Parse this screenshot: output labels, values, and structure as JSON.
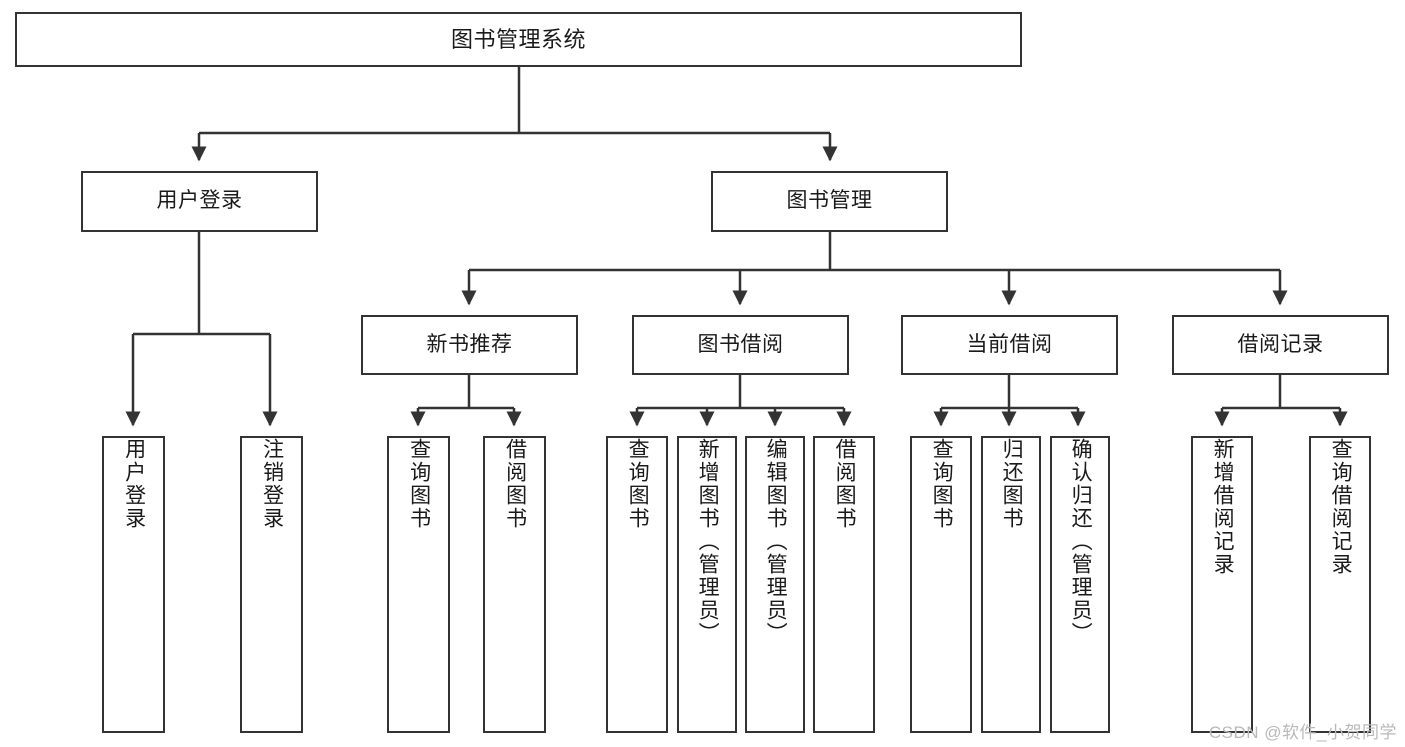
{
  "diagram": {
    "title": "图书管理系统",
    "watermark": "CSDN @软件_小贺同学",
    "colors": {
      "stroke": "#333333",
      "fill": "#ffffff",
      "text": "#1a1a1a",
      "watermark": "#b9b9b9"
    },
    "nodes": {
      "root": {
        "label": "图书管理系统"
      },
      "level2": [
        {
          "label": "用户登录"
        },
        {
          "label": "图书管理"
        }
      ],
      "level3": [
        {
          "label": "新书推荐"
        },
        {
          "label": "图书借阅"
        },
        {
          "label": "当前借阅"
        },
        {
          "label": "借阅记录"
        }
      ],
      "leaves": {
        "user_login": [
          {
            "label": "用户登录"
          },
          {
            "label": "注销登录"
          }
        ],
        "new_book_recommend": [
          {
            "label": "查询图书"
          },
          {
            "label": "借阅图书"
          }
        ],
        "book_borrow": [
          {
            "label": "查询图书"
          },
          {
            "label": "新增图书（管理员）"
          },
          {
            "label": "编辑图书（管理员）"
          },
          {
            "label": "借阅图书"
          }
        ],
        "current_borrow": [
          {
            "label": "查询图书"
          },
          {
            "label": "归还图书"
          },
          {
            "label": "确认归还（管理员）"
          }
        ],
        "borrow_records": [
          {
            "label": "新增借阅记录"
          },
          {
            "label": "查询借阅记录"
          }
        ]
      }
    }
  }
}
